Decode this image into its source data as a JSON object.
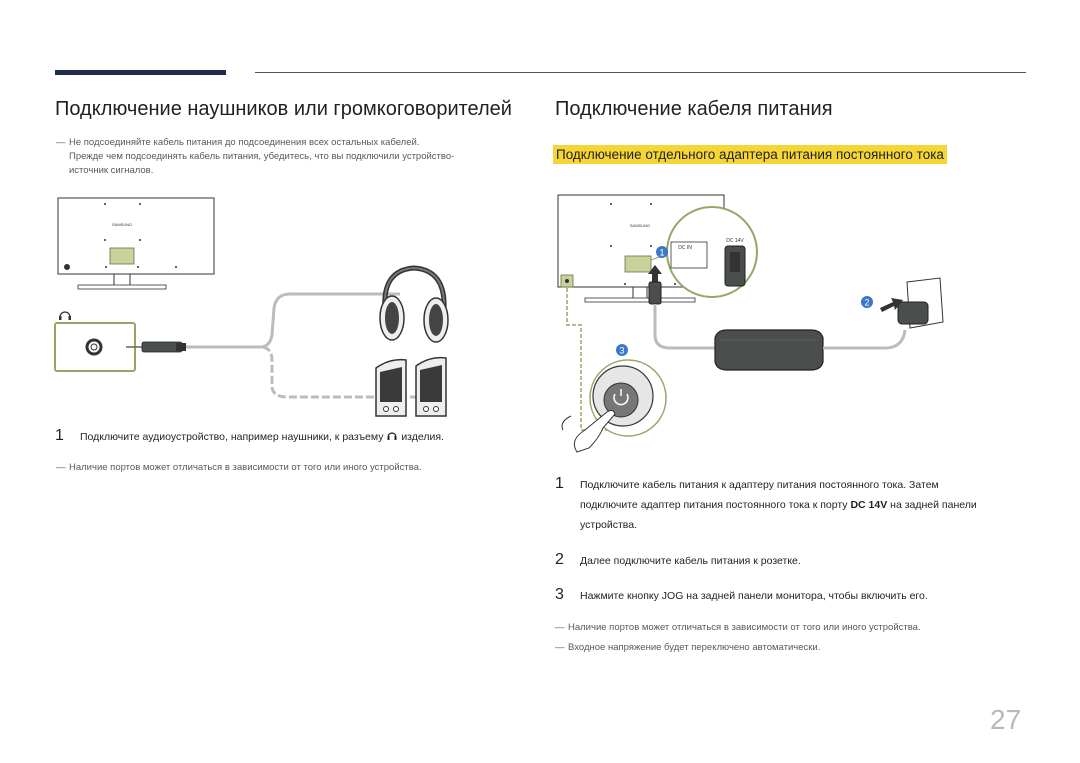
{
  "left": {
    "title": "Подключение наушников или громкоговорителей",
    "note_line1": "Не подсоединяйте кабель питания до подсоединения всех остальных кабелей.",
    "note_line2": "Прежде чем подсоединять кабель питания, убедитесь, что вы подключили устройство-",
    "note_line3": "источник сигналов.",
    "step_number": "1",
    "step_text_before": "Подключите аудиоустройство, например наушники, к разъему",
    "step_text_after": "изделия.",
    "bottom_note": "Наличие портов может отличаться в зависимости от того или иного устройства."
  },
  "right": {
    "title": "Подключение кабеля питания",
    "subtitle": "Подключение отдельного адаптера питания постоянного тока",
    "steps": [
      {
        "number": "1",
        "line1": "Подключите кабель питания к адаптеру питания постоянного тока. Затем",
        "line2_before": "подключите адаптер питания постоянного тока к порту",
        "line2_bold": "DC 14V",
        "line2_after": "на задней панели",
        "line3": "устройства."
      },
      {
        "number": "2",
        "text": "Далее подключите кабель питания к розетке."
      },
      {
        "number": "3",
        "text": "Нажмите кнопку JOG на задней панели монитора, чтобы включить его."
      }
    ],
    "notes": [
      "Наличие портов может отличаться в зависимости от того или иного устройства.",
      "Входное напряжение будет переключено автоматически."
    ]
  },
  "diagram": {
    "brand": "SAMSUNG",
    "dc_in_label": "DC IN",
    "dc_14v_label": "DC 14V",
    "callouts": [
      "1",
      "2",
      "3"
    ],
    "icons": [
      "headphone-jack-icon",
      "power-icon"
    ],
    "colors": {
      "port_highlight": "#9aa565",
      "callout": "#3a78c9",
      "accent_bar": "#222a4e"
    }
  },
  "dash": "―",
  "page_number": "27"
}
